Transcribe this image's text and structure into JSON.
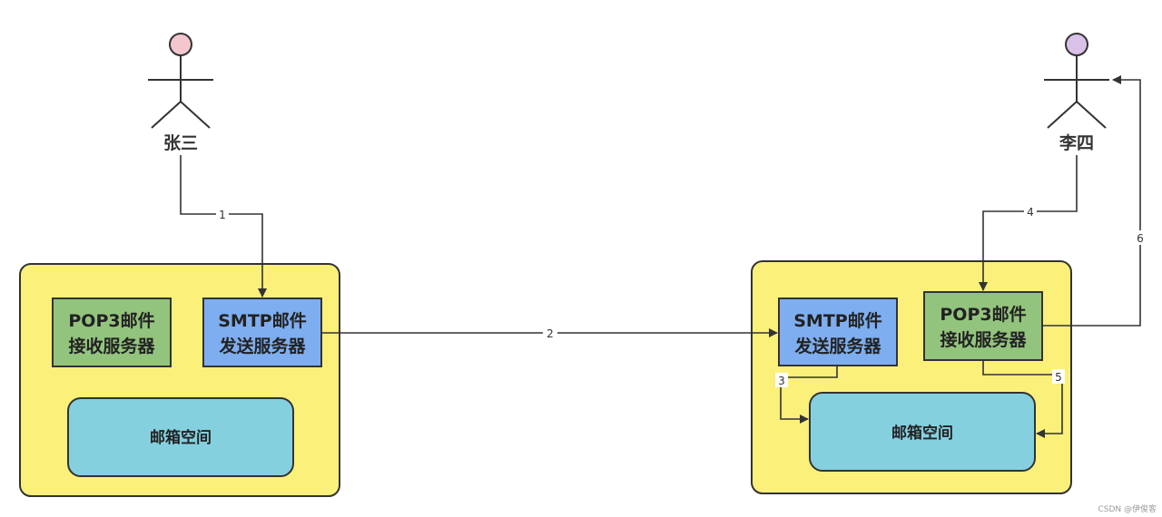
{
  "actors": {
    "sender": {
      "name": "张三",
      "head_color": "#f4c7ce"
    },
    "receiver": {
      "name": "李四",
      "head_color": "#d9c1e9"
    }
  },
  "left_server": {
    "pop3": {
      "line1": "POP3邮件",
      "line2": "接收服务器"
    },
    "smtp": {
      "line1": "SMTP邮件",
      "line2": "发送服务器"
    },
    "mailbox": "邮箱空间"
  },
  "right_server": {
    "smtp": {
      "line1": "SMTP邮件",
      "line2": "发送服务器"
    },
    "pop3": {
      "line1": "POP3邮件",
      "line2": "接收服务器"
    },
    "mailbox": "邮箱空间"
  },
  "edges": {
    "e1": "1",
    "e2": "2",
    "e3": "3",
    "e4": "4",
    "e5": "5",
    "e6": "6"
  },
  "watermark": "CSDN @伊俊客",
  "colors": {
    "container_fill": "#fbf07a",
    "pop3_fill": "#93c47d",
    "smtp_fill": "#7eaef0",
    "mailbox_fill": "#85d0df",
    "line": "#333333"
  }
}
